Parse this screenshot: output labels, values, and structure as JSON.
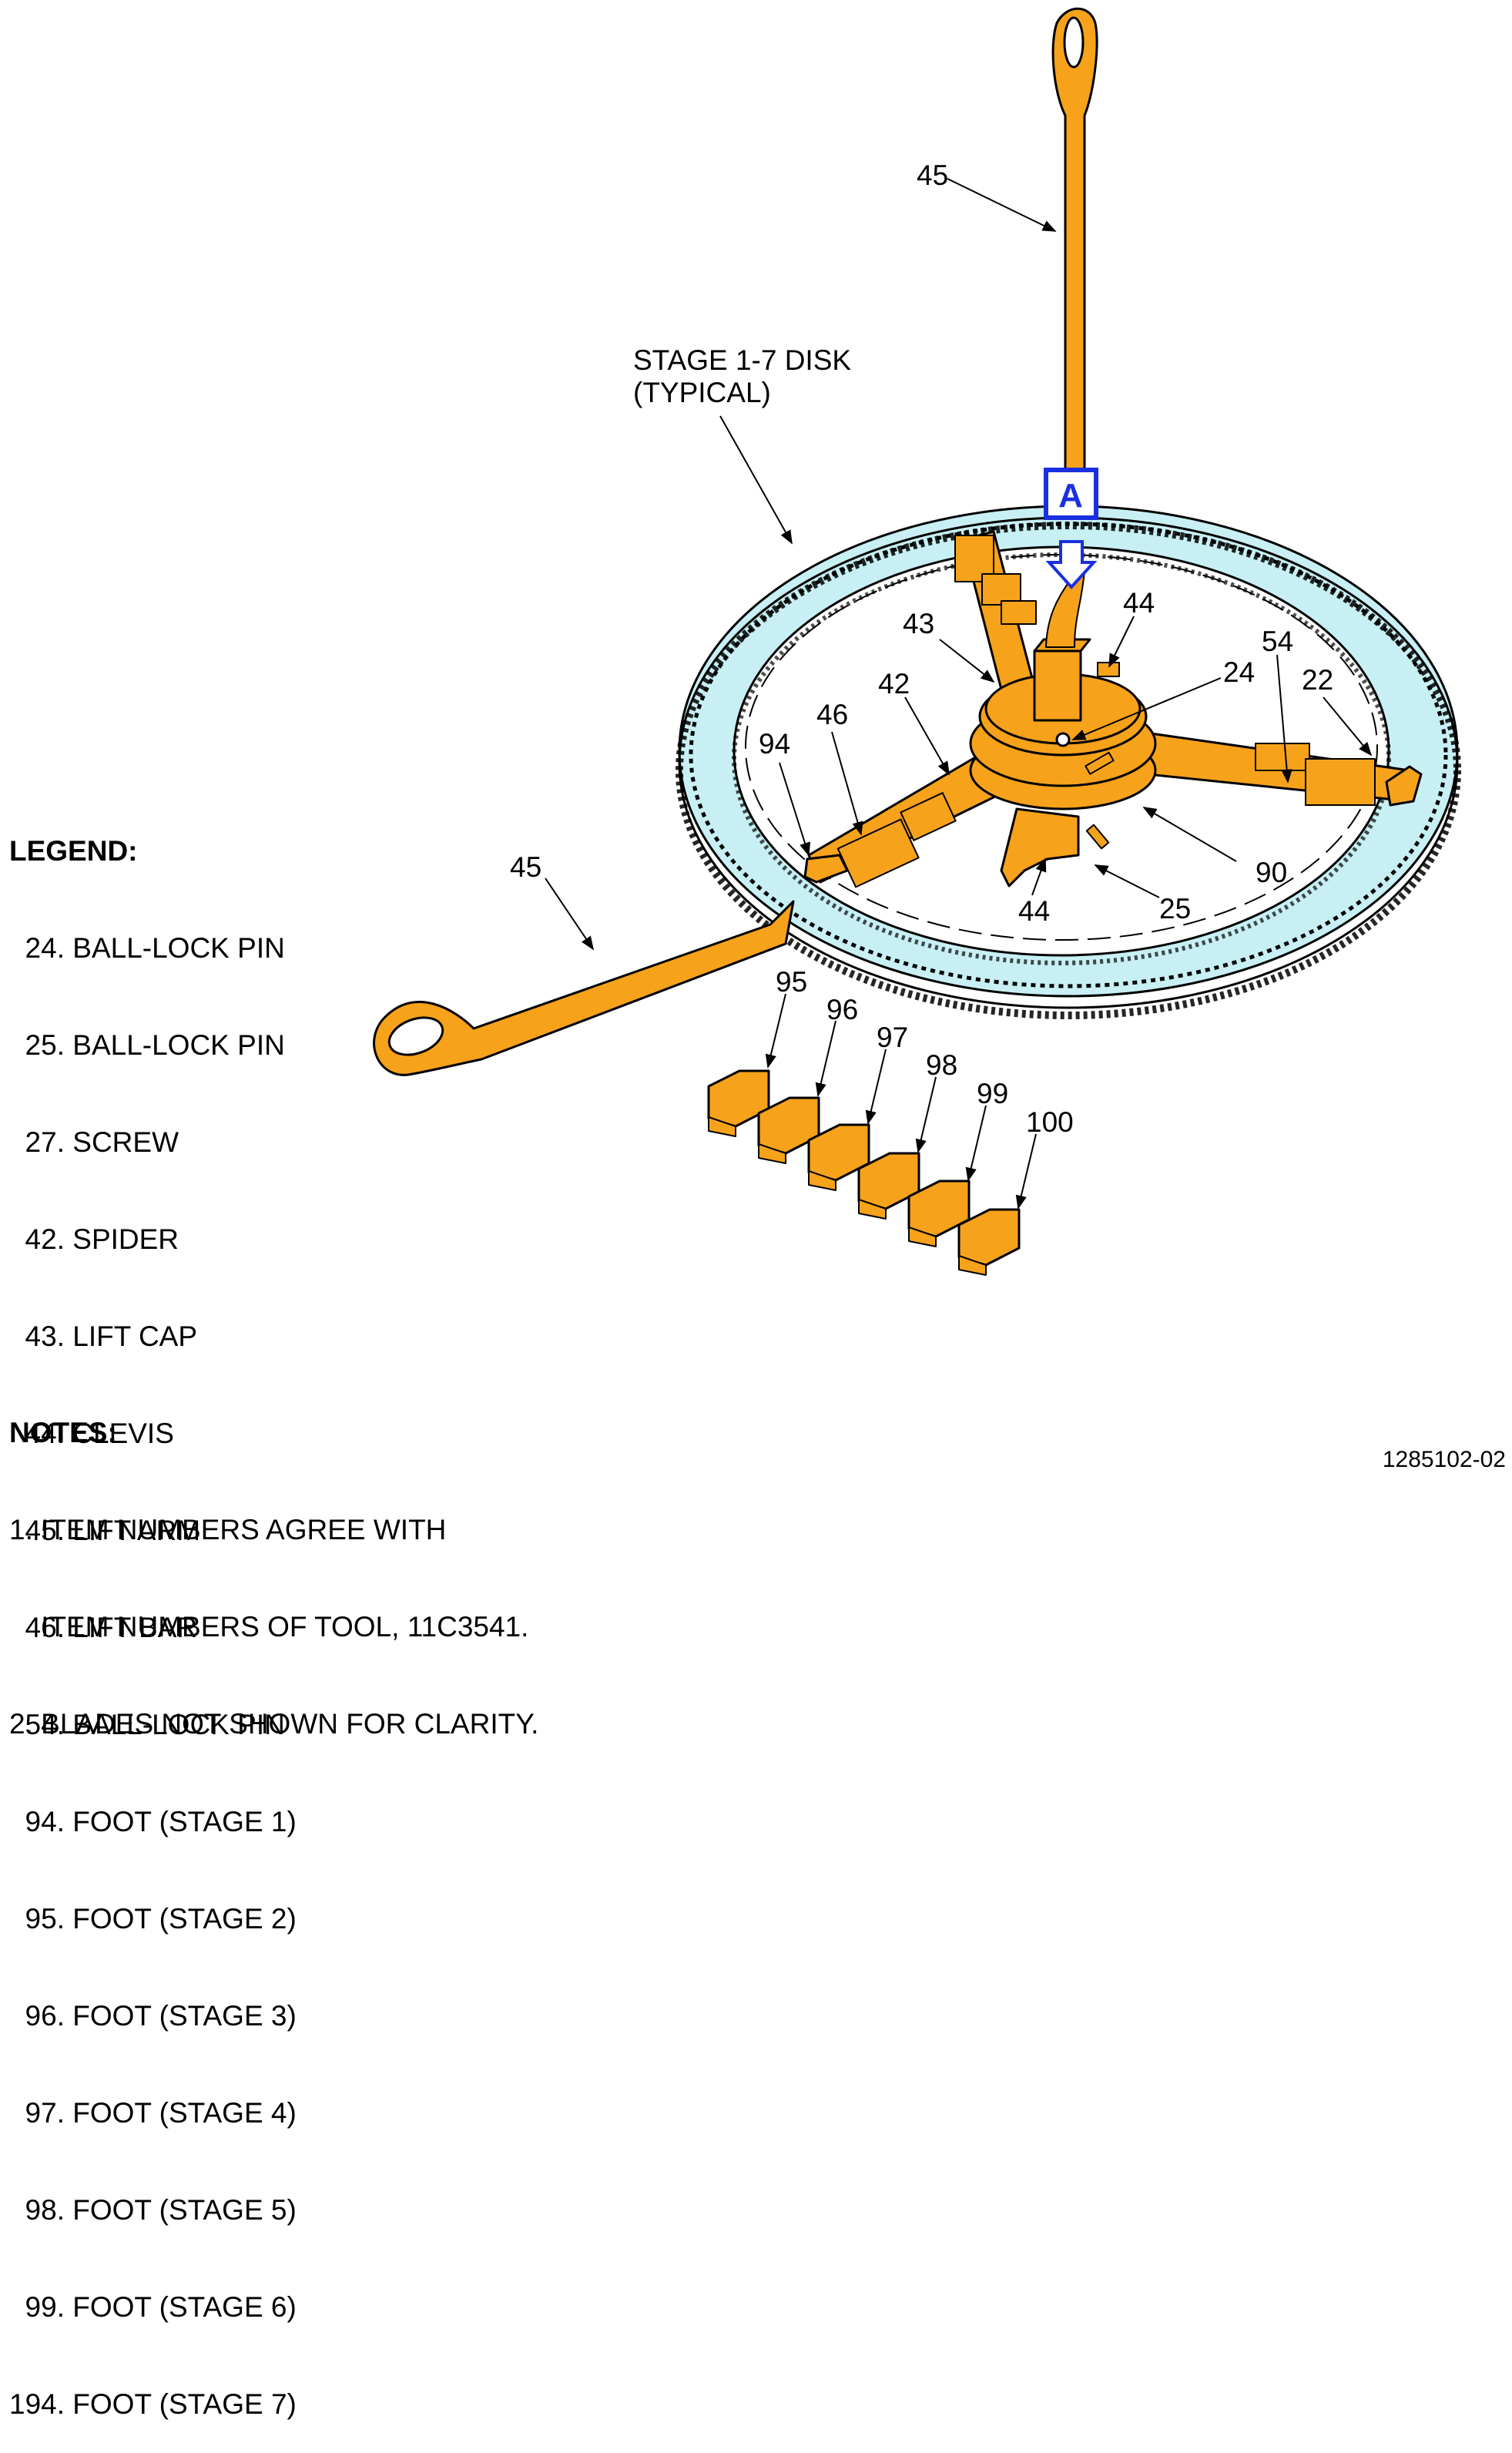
{
  "callouts": {
    "lift_arm_top": "45",
    "stage_disk_line1": "STAGE 1-7 DISK",
    "stage_disk_line2": "(TYPICAL)",
    "view_a": "A",
    "clevis_top": "44",
    "lift_cap": "43",
    "spider": "42",
    "lift_bar": "46",
    "foot_94": "94",
    "ball_lock_24": "24",
    "ball_lock_54": "54",
    "item_22": "22",
    "item_90": "90",
    "ball_lock_25": "25",
    "clevis_bottom": "44",
    "lift_arm_bottom": "45",
    "foot_95": "95",
    "foot_96": "96",
    "foot_97": "97",
    "foot_98": "98",
    "foot_99": "99",
    "foot_100": "100"
  },
  "legend": {
    "title": "LEGEND:",
    "items": [
      "  24. BALL-LOCK PIN",
      "  25. BALL-LOCK PIN",
      "  27. SCREW",
      "  42. SPIDER",
      "  43. LIFT CAP",
      "  44. CLEVIS",
      "  45. LIFT ARM",
      "  46. LIFT BAR",
      "  54. BALL-LOCK PIN",
      "  94. FOOT (STAGE 1)",
      "  95. FOOT (STAGE 2)",
      "  96. FOOT (STAGE 3)",
      "  97. FOOT (STAGE 4)",
      "  98. FOOT (STAGE 5)",
      "  99. FOOT (STAGE 6)",
      "194. FOOT (STAGE 7)"
    ]
  },
  "notes": {
    "title": "NOTES:",
    "items": [
      "1. ITEM NUMBERS AGREE WITH",
      "    ITEM NUMBERS OF TOOL, 11C3541.",
      "2. BLADES NOT SHOWN FOR CLARITY."
    ]
  },
  "figure_number": "1285102-02",
  "colors": {
    "tool_orange": "#f7a21b",
    "disk_cyan": "#c8f0f4",
    "view_arrow_blue": "#1a2fe0"
  }
}
